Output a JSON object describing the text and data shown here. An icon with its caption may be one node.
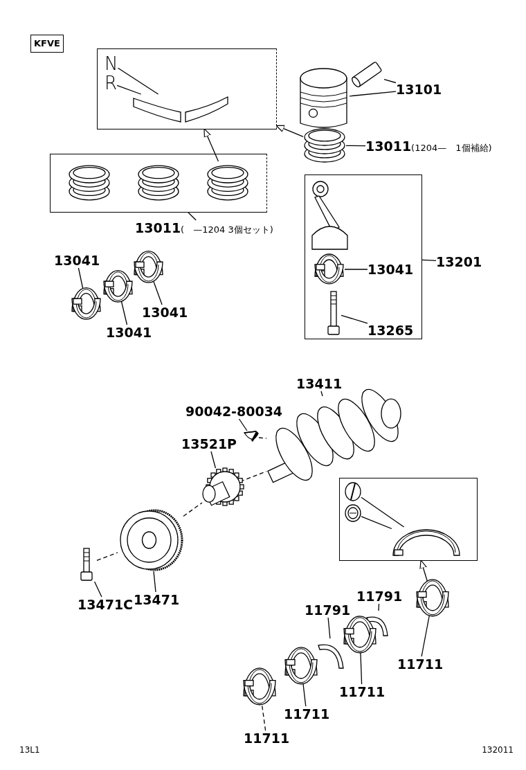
{
  "diagram": {
    "nodes": [
      {
        "text": [
          "KFVE"
        ]
      },
      {
        "text": [],
        "shape": "box"
      },
      {
        "text": [
          "N"
        ],
        "in": 1
      },
      {
        "text": [
          "R"
        ],
        "in": 1
      },
      {
        "text": [],
        "shape": "picture",
        "in": 1
      },
      {
        "text": [],
        "shape": "picture"
      },
      {
        "text": [],
        "shape": "picture"
      },
      {
        "text": [
          "13101"
        ]
      },
      {
        "text": [],
        "shape": "picture"
      },
      {
        "text": [
          "13011",
          "(1204—　1個補給)"
        ]
      },
      {
        "text": [],
        "shape": "box"
      },
      {
        "text": [],
        "shape": "picture",
        "in": 10
      },
      {
        "text": [],
        "shape": "picture",
        "in": 10
      },
      {
        "text": [],
        "shape": "picture",
        "in": 10
      },
      {
        "text": [
          "13011",
          "(　—1204 3個セット)"
        ]
      },
      {
        "text": [],
        "shape": "box"
      },
      {
        "text": [],
        "shape": "picture",
        "in": 15
      },
      {
        "text": [],
        "shape": "picture",
        "in": 15
      },
      {
        "text": [],
        "shape": "picture",
        "in": 15
      },
      {
        "text": [
          "13041"
        ],
        "in": 15
      },
      {
        "text": [
          "13201"
        ]
      },
      {
        "text": [
          "13265"
        ],
        "in": 15
      },
      {
        "text": [
          "13041"
        ]
      },
      {
        "text": [],
        "shape": "picture"
      },
      {
        "text": [],
        "shape": "picture"
      },
      {
        "text": [],
        "shape": "picture"
      },
      {
        "text": [
          "13041"
        ]
      },
      {
        "text": [
          "13041"
        ]
      },
      {
        "text": [
          "13411"
        ]
      },
      {
        "text": [],
        "shape": "picture"
      },
      {
        "text": [
          "90042-80034"
        ]
      },
      {
        "text": [],
        "shape": "picture"
      },
      {
        "text": [
          "13521P"
        ]
      },
      {
        "text": [],
        "shape": "picture"
      },
      {
        "text": [],
        "shape": "picture"
      },
      {
        "text": [
          "13471"
        ]
      },
      {
        "text": [],
        "shape": "picture"
      },
      {
        "text": [
          "13471C"
        ]
      },
      {
        "text": [],
        "shape": "box"
      },
      {
        "text": [],
        "shape": "picture",
        "in": 38
      },
      {
        "text": [],
        "shape": "picture",
        "in": 38
      },
      {
        "text": [],
        "shape": "picture",
        "in": 38
      },
      {
        "text": [
          "11791"
        ]
      },
      {
        "text": [],
        "shape": "picture"
      },
      {
        "text": [],
        "shape": "picture"
      },
      {
        "text": [
          "11711"
        ]
      },
      {
        "text": [
          "11791"
        ]
      },
      {
        "text": [],
        "shape": "picture"
      },
      {
        "text": [],
        "shape": "picture"
      },
      {
        "text": [
          "11711"
        ]
      },
      {
        "text": [],
        "shape": "picture"
      },
      {
        "text": [
          "11711"
        ]
      },
      {
        "text": [],
        "shape": "picture"
      },
      {
        "text": [
          "11711"
        ]
      }
    ],
    "edges": [
      {
        "from": 2,
        "to": 4,
        "arrow": "none"
      },
      {
        "from": 3,
        "to": 4,
        "arrow": "none"
      },
      {
        "from": 7,
        "to": 5,
        "arrow": "none"
      },
      {
        "from": 7,
        "to": 6,
        "arrow": "none"
      },
      {
        "from": 9,
        "to": 8,
        "arrow": "none"
      },
      {
        "from": 8,
        "to": 1,
        "arrow": "to"
      },
      {
        "from": 13,
        "to": 1,
        "arrow": "to"
      },
      {
        "from": 14,
        "to": 10,
        "arrow": "none"
      },
      {
        "from": 19,
        "to": 17,
        "arrow": "none"
      },
      {
        "from": 20,
        "to": 15,
        "arrow": "none"
      },
      {
        "from": 21,
        "to": 18,
        "arrow": "none"
      },
      {
        "from": 22,
        "to": 23,
        "arrow": "none"
      },
      {
        "from": 27,
        "to": 24,
        "arrow": "none"
      },
      {
        "from": 26,
        "to": 25,
        "arrow": "none"
      },
      {
        "from": 28,
        "to": 29,
        "arrow": "none"
      },
      {
        "from": 30,
        "to": 31,
        "arrow": "none"
      },
      {
        "from": 31,
        "to": 29,
        "arrow": "none",
        "style": "dashed"
      },
      {
        "from": 32,
        "to": 33,
        "arrow": "none"
      },
      {
        "from": 33,
        "to": 29,
        "arrow": "none",
        "style": "dashed"
      },
      {
        "from": 34,
        "to": 33,
        "arrow": "none",
        "style": "dashed"
      },
      {
        "from": 36,
        "to": 34,
        "arrow": "none",
        "style": "dashed"
      },
      {
        "from": 35,
        "to": 34,
        "arrow": "none"
      },
      {
        "from": 37,
        "to": 36,
        "arrow": "none"
      },
      {
        "from": 39,
        "to": 41,
        "arrow": "none"
      },
      {
        "from": 40,
        "to": 41,
        "arrow": "none"
      },
      {
        "from": 42,
        "to": 43,
        "arrow": "none"
      },
      {
        "from": 45,
        "to": 44,
        "arrow": "none"
      },
      {
        "from": 44,
        "to": 38,
        "arrow": "to"
      },
      {
        "from": 46,
        "to": 47,
        "arrow": "none"
      },
      {
        "from": 49,
        "to": 48,
        "arrow": "none"
      },
      {
        "from": 51,
        "to": 50,
        "arrow": "none"
      },
      {
        "from": 53,
        "to": 52,
        "arrow": "none",
        "style": "dashed"
      }
    ],
    "labels": [
      "13L1",
      "132011"
    ]
  }
}
